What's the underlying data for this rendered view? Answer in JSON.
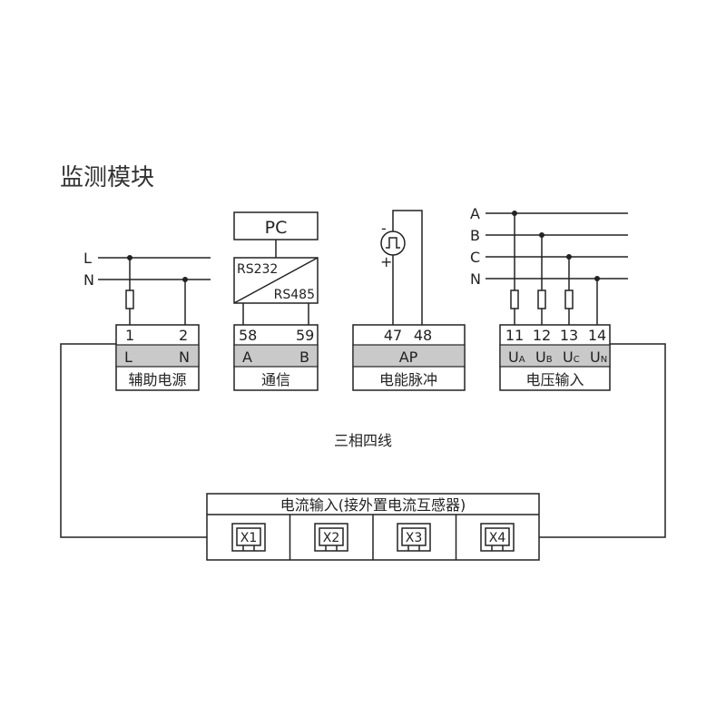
{
  "title": "监测模块",
  "wiring_mode": "三相四线",
  "aux_power": {
    "lines": [
      "L",
      "N"
    ],
    "terminals": [
      "1",
      "2"
    ],
    "signals": [
      "L",
      "N"
    ],
    "label": "辅助电源"
  },
  "comm": {
    "pc": "PC",
    "rs232": "RS232",
    "rs485": "RS485",
    "terminals": [
      "58",
      "59"
    ],
    "signals": [
      "A",
      "B"
    ],
    "label": "通信"
  },
  "pulse": {
    "minus": "-",
    "plus": "+",
    "terminals": [
      "47",
      "48"
    ],
    "signal": "AP",
    "label": "电能脉冲"
  },
  "voltage": {
    "lines": [
      "A",
      "B",
      "C",
      "N"
    ],
    "terminals": [
      "11",
      "12",
      "13",
      "14"
    ],
    "signals": [
      {
        "main": "U",
        "sub": "A"
      },
      {
        "main": "U",
        "sub": "B"
      },
      {
        "main": "U",
        "sub": "C"
      },
      {
        "main": "U",
        "sub": "N"
      }
    ],
    "label": "电压输入"
  },
  "current": {
    "label": "电流输入(接外置电流互感器)",
    "ports": [
      "X1",
      "X2",
      "X3",
      "X4"
    ]
  },
  "colors": {
    "line": "#222222",
    "signal_fill": "#c9c9c9",
    "background": "#ffffff"
  }
}
